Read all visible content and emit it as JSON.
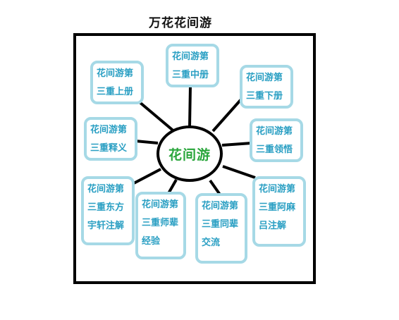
{
  "title": "万花花间游",
  "center": "花间游",
  "nodes": [
    {
      "id": "shang-ce",
      "lines": [
        "花间游第",
        "三重上册"
      ]
    },
    {
      "id": "zhong-ce",
      "lines": [
        "花间游第",
        "三重中册"
      ]
    },
    {
      "id": "xia-ce",
      "lines": [
        "花间游第",
        "三重下册"
      ]
    },
    {
      "id": "shi-yi",
      "lines": [
        "花间游第",
        "三重释义"
      ]
    },
    {
      "id": "ling-wu",
      "lines": [
        "花间游第",
        "三重领悟"
      ]
    },
    {
      "id": "dongfang",
      "lines": [
        "花间游第",
        "三重东方",
        "宇轩注解"
      ]
    },
    {
      "id": "shi-bei",
      "lines": [
        "花间游第",
        "三重师辈",
        "经验"
      ]
    },
    {
      "id": "tong-bei",
      "lines": [
        "花间游第",
        "三重同辈",
        "交流"
      ]
    },
    {
      "id": "a-ma-lv",
      "lines": [
        "花间游第",
        "三重阿麻",
        "吕注解"
      ]
    }
  ]
}
